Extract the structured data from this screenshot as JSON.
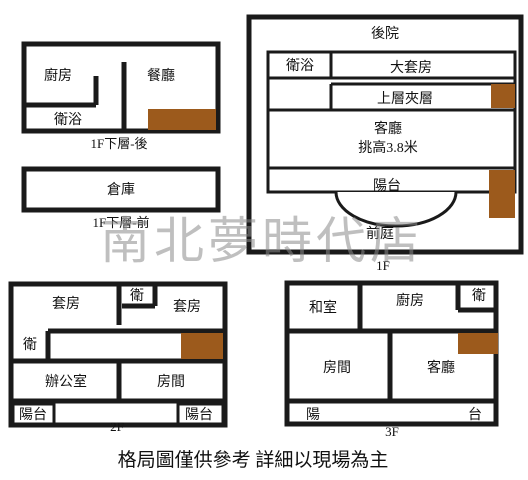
{
  "plan_1f_back": {
    "kitchen": "廚房",
    "dining": "餐廳",
    "bath": "衛浴",
    "caption": "1F下層-後"
  },
  "plan_1f_front": {
    "storage": "倉庫",
    "caption": "1F下層-前"
  },
  "plan_1f": {
    "backyard": "後院",
    "bath": "衛浴",
    "master_suite": "大套房",
    "mezzanine": "上層夾層",
    "living": "客廳",
    "ceiling": "挑高3.8米",
    "balcony": "陽台",
    "front_yard": "前庭",
    "caption": "1F"
  },
  "plan_2f": {
    "suite_left": "套房",
    "bath_top": "衛",
    "suite_right": "套房",
    "bath_left": "衛",
    "office": "辦公室",
    "room": "房間",
    "balcony_left": "陽台",
    "balcony_right": "陽台",
    "caption": "2F"
  },
  "plan_3f": {
    "japanese_room": "和室",
    "kitchen": "廚房",
    "bath": "衛",
    "room": "房間",
    "living": "客廳",
    "balcony_left": "陽",
    "balcony_right": "台",
    "caption": "3F"
  },
  "watermark": "南北夢時代店",
  "footer": "格局圖僅供參考 詳細以現場為主",
  "colors": {
    "wall": "#1a1a1a",
    "stair": "#9c5a1c",
    "watermark": "#8a8a8a"
  }
}
